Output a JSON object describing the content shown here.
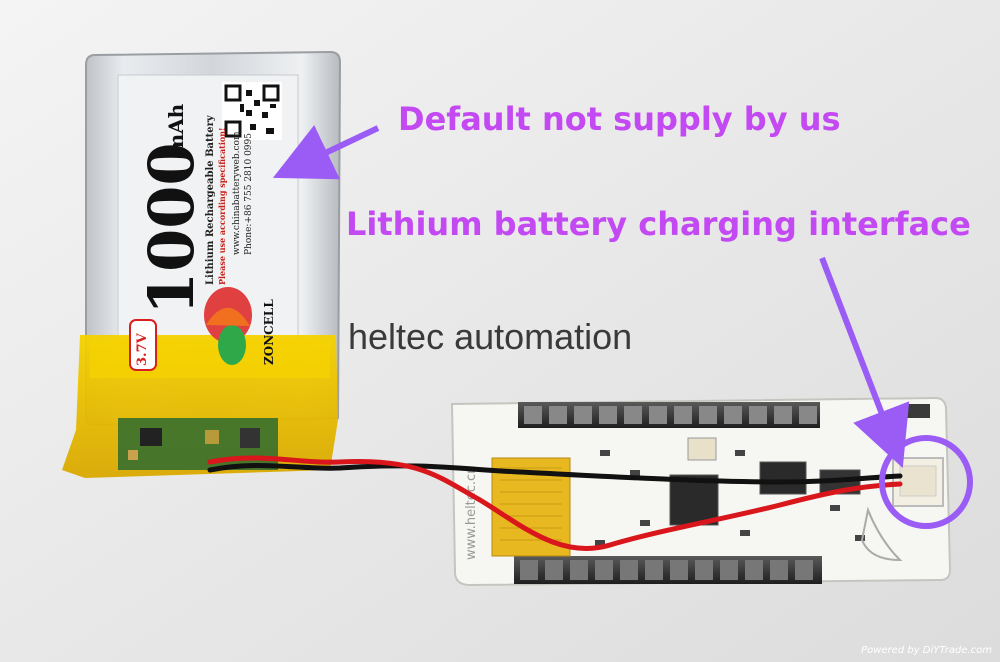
{
  "callouts": {
    "default_not_supplied": "Default not supply by us",
    "charging_interface": "Lithium battery charging interface"
  },
  "watermark": "heltec automation",
  "credit": "Powered by DiYTrade.com",
  "battery": {
    "capacity": "1000",
    "unit": "mAh",
    "voltage": "3.7V",
    "type": "Lithium Rechargeable Battery",
    "warning": "Please use according specification!",
    "website": "www.chinabatteryweb.com",
    "phone": "Phone:+86 755 2810 0995",
    "brand": "ZONCELL"
  },
  "board": {
    "edge_text": "www.heltec.cn"
  },
  "colors": {
    "callout": "#c349f2",
    "arrow": "#9a5cf5",
    "ring": "#9a5cf5",
    "background": "#ececec",
    "battery_tape": "#f0c400",
    "pcb": "#f5f5f2",
    "wire_red": "#d8161c",
    "wire_black": "#111111"
  }
}
